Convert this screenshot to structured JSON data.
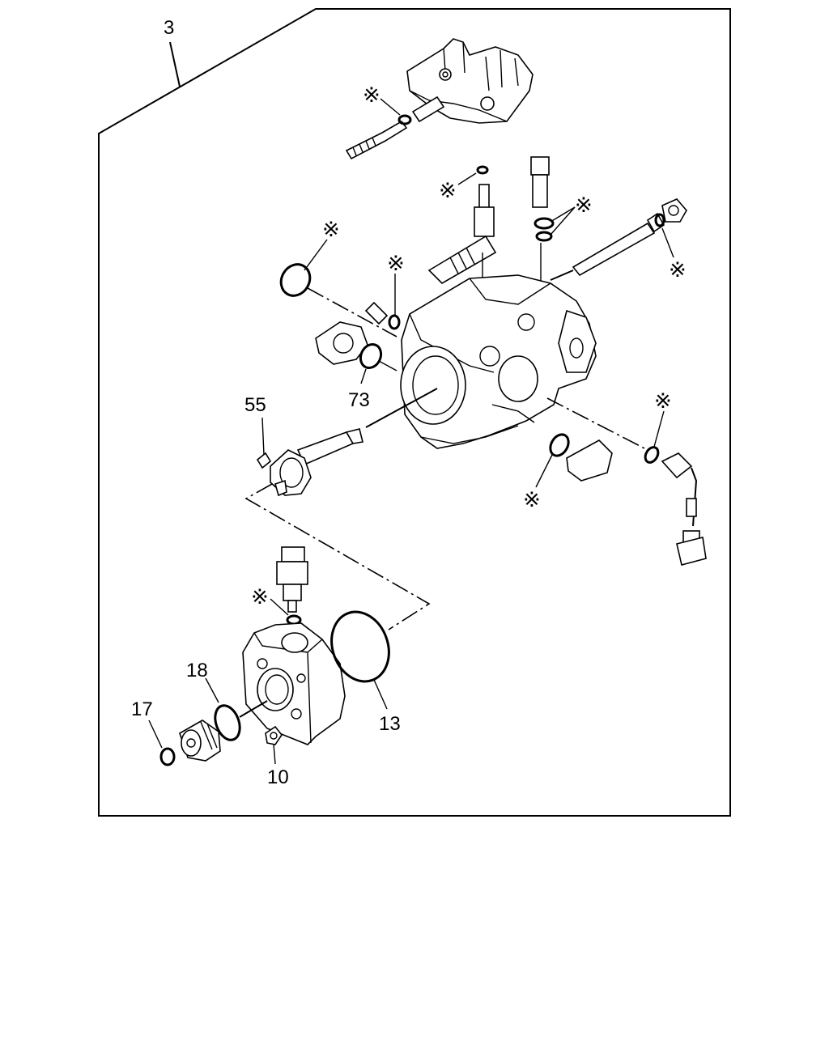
{
  "diagram": {
    "callouts": {
      "c3": "3",
      "c55": "55",
      "c73": "73",
      "c18": "18",
      "c17": "17",
      "c13": "13",
      "c10": "10"
    },
    "asterisk": "※"
  }
}
